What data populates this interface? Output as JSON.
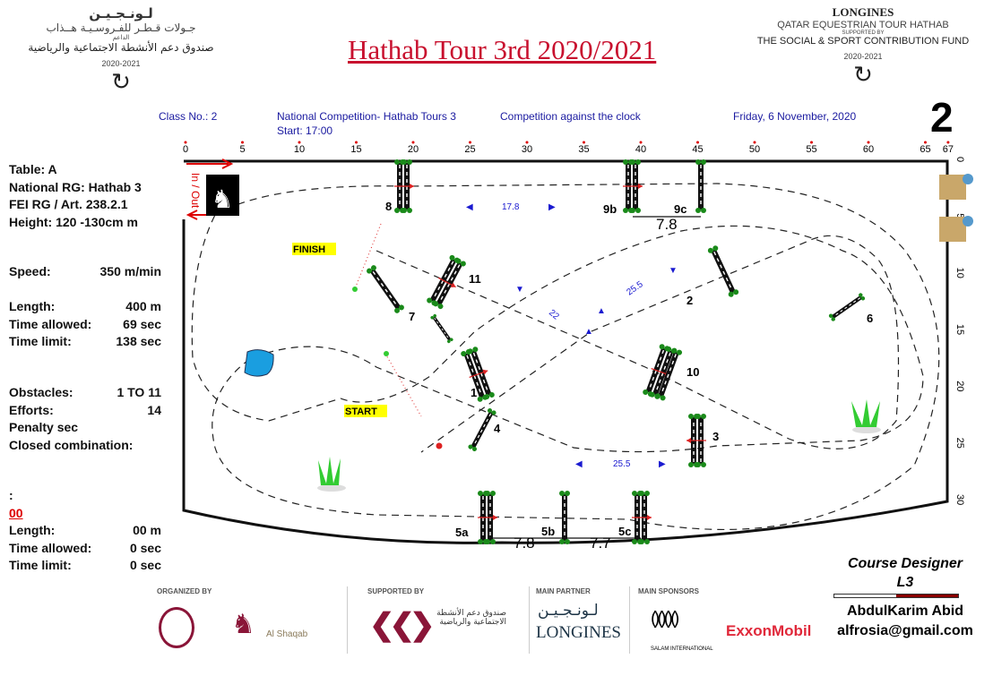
{
  "header": {
    "title": "Hathab Tour 3rd 2020/2021",
    "left_logo": {
      "line1": "لـونـجـيـن",
      "line2": "جـولات قـطـر للفـروسـيـة هــذاب",
      "line3": "الداعم",
      "line4": "صندوق دعم الأنشطة الاجتماعية والرياضية",
      "year": "2020-2021"
    },
    "right_logo": {
      "brand": "LONGINES",
      "line1": "QATAR EQUESTRIAN TOUR HATHAB",
      "line2": "SUPPORTED BY",
      "line3": "THE SOCIAL & SPORT CONTRIBUTION FUND",
      "year": "2020-2021"
    },
    "class_no": "Class No.: 2",
    "competition": "National Competition- Hathab Tours 3",
    "start": "Start: 17:00",
    "type": "Competition against the clock",
    "date": "Friday, 6 November, 2020",
    "page_number": "2"
  },
  "details": {
    "table": "Table: A",
    "national_rg": "National RG: Hathab 3",
    "fei_rg": "FEI RG / Art. 238.2.1",
    "height": "Height: 120 -130cm  m",
    "speed_label": "Speed:",
    "speed_value": "350  m/min",
    "length_label": "Length:",
    "length_value": "400    m",
    "time_allowed_label": "Time allowed:",
    "time_allowed_value": "69  sec",
    "time_limit_label": "Time limit:",
    "time_limit_value": "138  sec",
    "obstacles_label": "Obstacles:",
    "obstacles_value": "1 TO 11",
    "efforts_label": "Efforts:",
    "efforts_value": "14",
    "penalty": "Penalty sec",
    "closed_combination": "Closed combination:",
    "colon": ":",
    "jumpoff": "00",
    "jo_length_label": "Length:",
    "jo_length_value": "00    m",
    "jo_time_allowed_label": "Time allowed:",
    "jo_time_allowed_value": "0  sec",
    "jo_time_limit_label": "Time limit:",
    "jo_time_limit_value": "0  sec"
  },
  "ruler": {
    "top": [
      "0",
      "5",
      "10",
      "15",
      "20",
      "25",
      "30",
      "35",
      "40",
      "45",
      "50",
      "55",
      "60",
      "65",
      "67"
    ],
    "right": [
      "0",
      "5",
      "10",
      "15",
      "20",
      "25",
      "30"
    ]
  },
  "arena": {
    "in_out": "In / Out",
    "finish": "FINISH",
    "start": "START",
    "jumps": [
      "8",
      "9b",
      "9c",
      "11",
      "7",
      "2",
      "6",
      "10",
      "1",
      "4",
      "3",
      "5a",
      "5b",
      "5c"
    ],
    "distances": {
      "d17_8": "17.8",
      "d9": "7.8",
      "d22": "22",
      "d25_5a": "25.5",
      "d25_5b": "25.5",
      "d5ab": "7.8",
      "d5bc": "7.7"
    }
  },
  "footer": {
    "organized_by": "ORGANIZED BY",
    "al_shaqab": "Al Shaqab",
    "supported_by": "SUPPORTED BY",
    "fund_ar": "صندوق دعم الأنشطة الاجتماعية والرياضية",
    "main_partner": "MAIN PARTNER",
    "longines": "LONGINES",
    "longines_ar": "لـونـجـيـن",
    "main_sponsors": "MAIN SPONSORS",
    "salam": "SALAM INTERNATIONAL",
    "exxon": "ExxonMobil"
  },
  "designer": {
    "title": "Course Designer",
    "level": "L3",
    "name": "AbdulKarim Abid",
    "email": "alfrosia@gmail.com"
  }
}
